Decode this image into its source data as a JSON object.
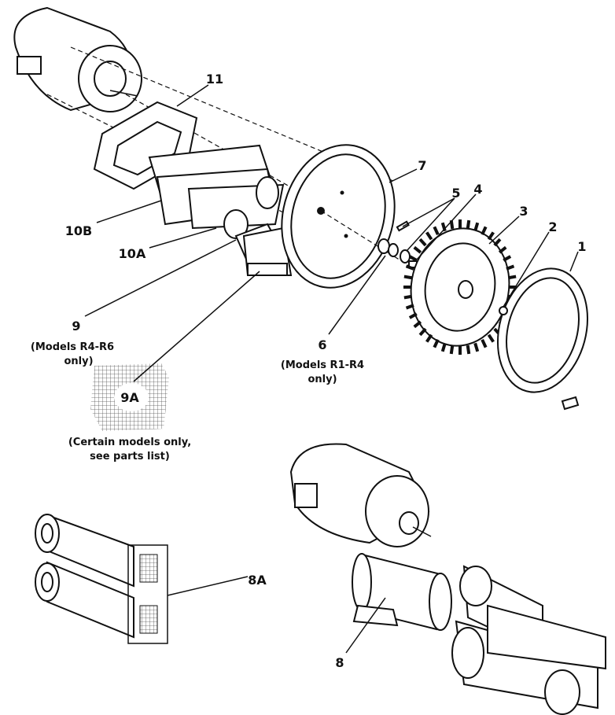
{
  "labels": {
    "p11": "11",
    "p10b": "10B",
    "p10a": "10A",
    "p9": "9",
    "p9_note_1": "(Models R4-R6",
    "p9_note_2": "only)",
    "p9a": "9A",
    "p9a_note_1": "(Certain models only,",
    "p9a_note_2": "see parts list)",
    "p7": "7",
    "p5": "5",
    "p4": "4",
    "p3": "3",
    "p2": "2",
    "p1": "1",
    "p6": "6",
    "p6_note_1": "(Models R1-R4",
    "p6_note_2": "only)",
    "p8a": "8A",
    "p8": "8"
  },
  "colors": {
    "ink": "#111111",
    "background": "#ffffff"
  }
}
